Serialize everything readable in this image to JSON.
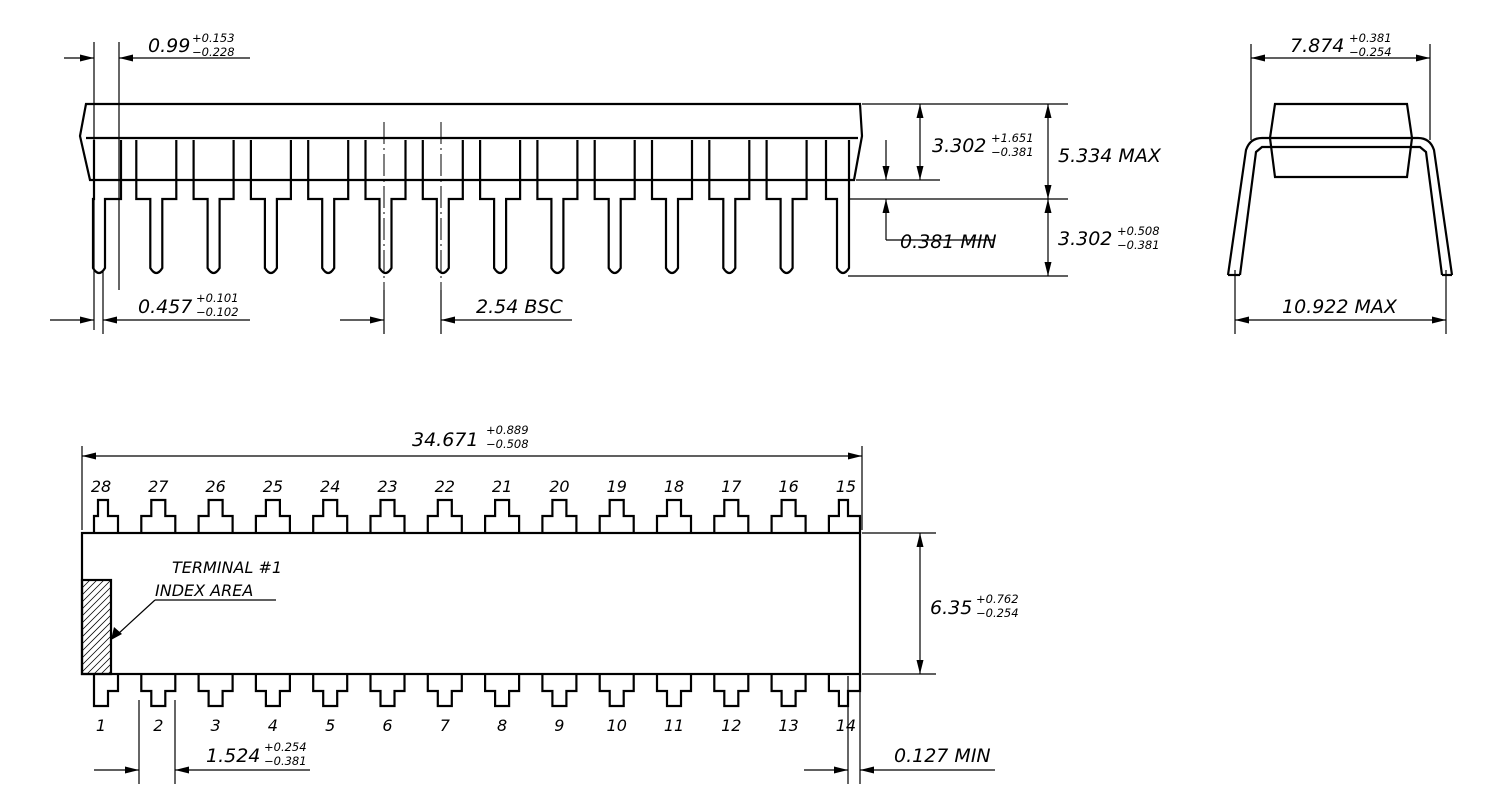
{
  "dimensions": {
    "lead_tip_width": {
      "value": "0.99",
      "plus": "+0.153",
      "minus": "−0.228"
    },
    "body_height": {
      "value": "3.302",
      "plus": "+1.651",
      "minus": "−0.381"
    },
    "seated_height": {
      "value": "5.334 MAX"
    },
    "standoff": {
      "value": "0.381 MIN"
    },
    "lead_length": {
      "value": "3.302",
      "plus": "+0.508",
      "minus": "−0.381"
    },
    "lead_width": {
      "value": "0.457",
      "plus": "+0.101",
      "minus": "−0.102"
    },
    "pitch": {
      "value": "2.54 BSC"
    },
    "body_width": {
      "value": "7.874",
      "plus": "+0.381",
      "minus": "−0.254"
    },
    "lead_span": {
      "value": "10.922 MAX"
    },
    "package_length": {
      "value": "34.671",
      "plus": "+0.889",
      "minus": "−0.508"
    },
    "package_width": {
      "value": "6.35",
      "plus": "+0.762",
      "minus": "−0.254"
    },
    "shoulder_width": {
      "value": "1.524",
      "plus": "+0.254",
      "minus": "−0.381"
    },
    "end_gap": {
      "value": "0.127 MIN"
    }
  },
  "index_note": {
    "line1": "TERMINAL #1",
    "line2": "INDEX AREA"
  },
  "pins_top": [
    "28",
    "27",
    "26",
    "25",
    "24",
    "23",
    "22",
    "21",
    "20",
    "19",
    "18",
    "17",
    "16",
    "15"
  ],
  "pins_bottom": [
    "1",
    "2",
    "3",
    "4",
    "5",
    "6",
    "7",
    "8",
    "9",
    "10",
    "11",
    "12",
    "13",
    "14"
  ]
}
